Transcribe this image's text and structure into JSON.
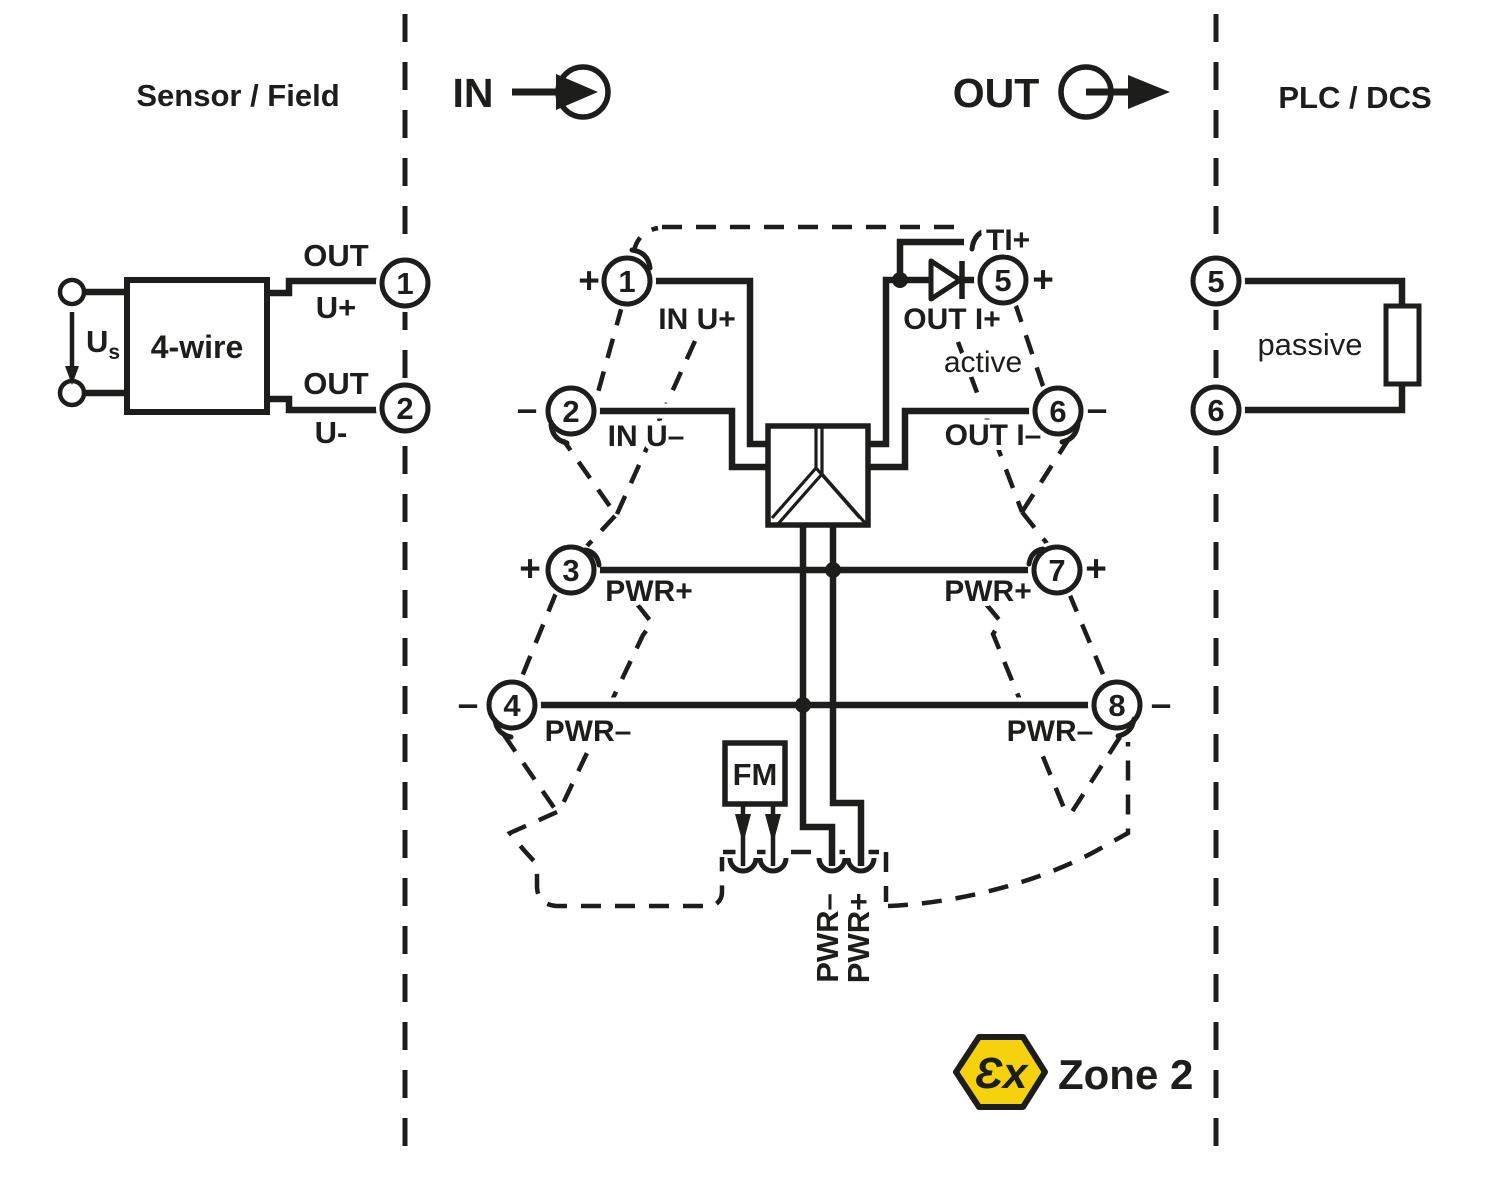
{
  "colors": {
    "ink": "#1d1d1b",
    "ex_yellow": "#f5d10e",
    "background": "#ffffff"
  },
  "headers": {
    "sensor_field": "Sensor / Field",
    "in": "IN",
    "out": "OUT",
    "plc_dcs": "PLC / DCS"
  },
  "sensor_panel": {
    "supply_label": "U",
    "supply_label_sub": "s",
    "device_box": "4-wire",
    "top_wire_line1": "OUT",
    "top_wire_line2": "U+",
    "bottom_wire_line1": "OUT",
    "bottom_wire_line2": "U-",
    "terminal_top": "1",
    "terminal_bottom": "2"
  },
  "module": {
    "terminals": [
      {
        "number": "1",
        "sign": "+",
        "label": "IN U+"
      },
      {
        "number": "2",
        "sign": "–",
        "label": "IN U–"
      },
      {
        "number": "3",
        "sign": "+",
        "label": "PWR+"
      },
      {
        "number": "4",
        "sign": "–",
        "label": "PWR–"
      },
      {
        "number": "5",
        "sign": "+",
        "label": "OUT I+"
      },
      {
        "number": "6",
        "sign": "–",
        "label": "OUT I–"
      },
      {
        "number": "7",
        "sign": "+",
        "label": "PWR+"
      },
      {
        "number": "8",
        "sign": "–",
        "label": "PWR–"
      }
    ],
    "ti_plus_label": "TI+",
    "active_label": "active",
    "fm_box_label": "FM",
    "plug_pwr_minus_label": "PWR–",
    "plug_pwr_plus_label": "PWR+"
  },
  "plc_panel": {
    "terminal_top": "5",
    "terminal_bottom": "6",
    "load_label": "passive"
  },
  "ex_badge": {
    "symbol": "Ɛx",
    "zone_label": "Zone 2"
  }
}
